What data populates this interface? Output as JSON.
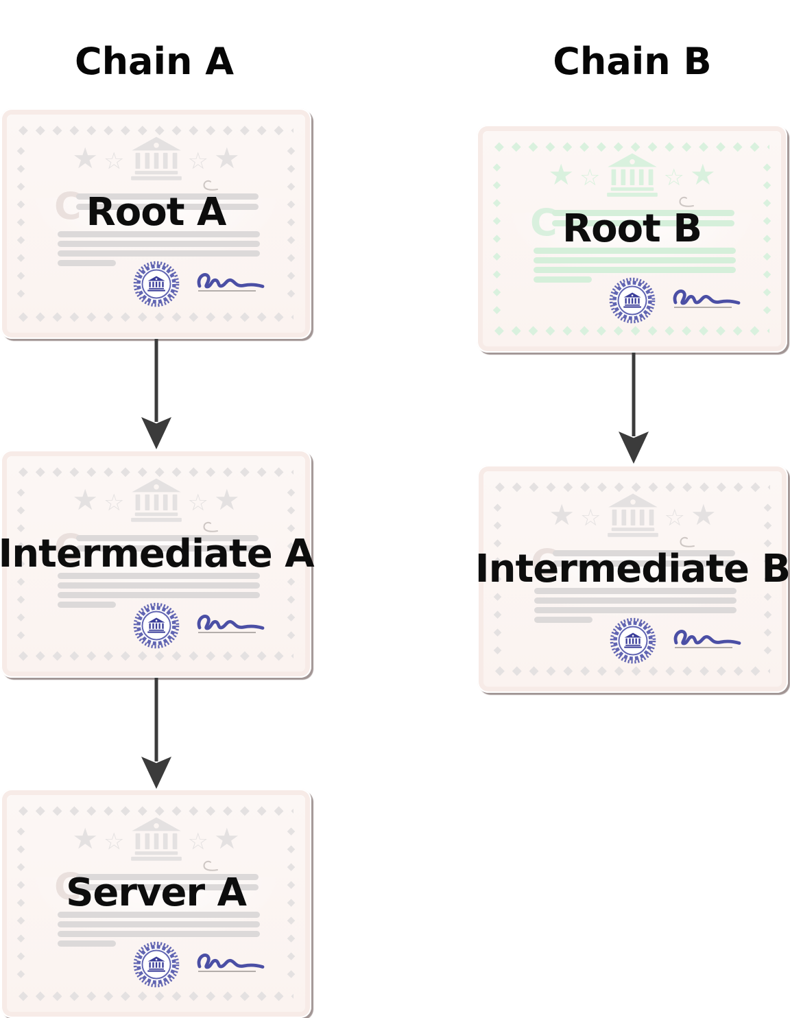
{
  "diagram": {
    "columns": [
      {
        "title": "Chain A",
        "nodes": [
          {
            "label": "Root A",
            "type": "certificate",
            "tint": "neutral"
          },
          {
            "label": "Intermediate A",
            "type": "certificate",
            "tint": "neutral"
          },
          {
            "label": "Server A",
            "type": "certificate",
            "tint": "neutral"
          }
        ]
      },
      {
        "title": "Chain B",
        "nodes": [
          {
            "label": "Root B",
            "type": "certificate",
            "tint": "green"
          },
          {
            "label": "Intermediate B",
            "type": "certificate",
            "tint": "neutral"
          }
        ]
      }
    ],
    "edges": [
      {
        "from": "Root A",
        "to": "Intermediate A"
      },
      {
        "from": "Intermediate A",
        "to": "Server A"
      },
      {
        "from": "Root B",
        "to": "Intermediate B"
      }
    ]
  },
  "icons": {
    "diamond": "◆",
    "star_filled": "★",
    "star_outline": "☆",
    "ghost_letter": "C",
    "bank": "classical-bank-building",
    "seal": "rosette-seal-with-bank",
    "signature": "handwritten-signature",
    "arrow": "arrow-down"
  },
  "colors": {
    "title_text": "#060606",
    "label_text": "#0d0d0d",
    "arrow": "#3b3b3b",
    "seal": "#6165b2",
    "seal_inner": "#3a3d99",
    "signature": "#4b4fa5",
    "signature_underline": "#9b9593",
    "tint_neutral": "#e4e1e1",
    "tint_green": "#d9f1de",
    "bars_neutral": "#dcd9d9",
    "bars_green": "#d5efda",
    "ghost_neutral": "#eae0dd",
    "ghost_green": "#d9f0de",
    "cert_background": "#fbf4f1",
    "cert_border": "#f7ebe7"
  }
}
